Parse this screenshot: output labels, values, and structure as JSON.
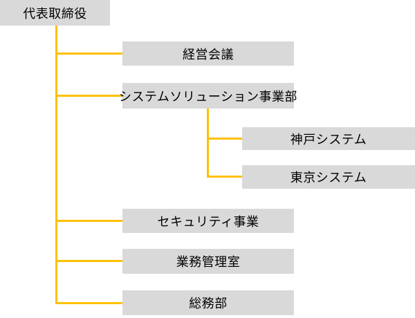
{
  "diagram": {
    "type": "org-chart",
    "nodes": {
      "root": {
        "label": "代表取締役",
        "parent": null
      },
      "keiei": {
        "label": "経営会議",
        "parent": "root"
      },
      "sys": {
        "label": "システムソリューション事業部",
        "parent": "root"
      },
      "kobe": {
        "label": "神戸システム",
        "parent": "sys"
      },
      "tokyo": {
        "label": "東京システム",
        "parent": "sys"
      },
      "sec": {
        "label": "セキュリティ事業",
        "parent": "root"
      },
      "gyomu": {
        "label": "業務管理室",
        "parent": "root"
      },
      "somu": {
        "label": "総務部",
        "parent": "root"
      }
    },
    "colors": {
      "connector": "#FFC000",
      "node_fill": "#D9D9D9",
      "node_text": "#000000",
      "background": "#FFFFFF"
    }
  }
}
